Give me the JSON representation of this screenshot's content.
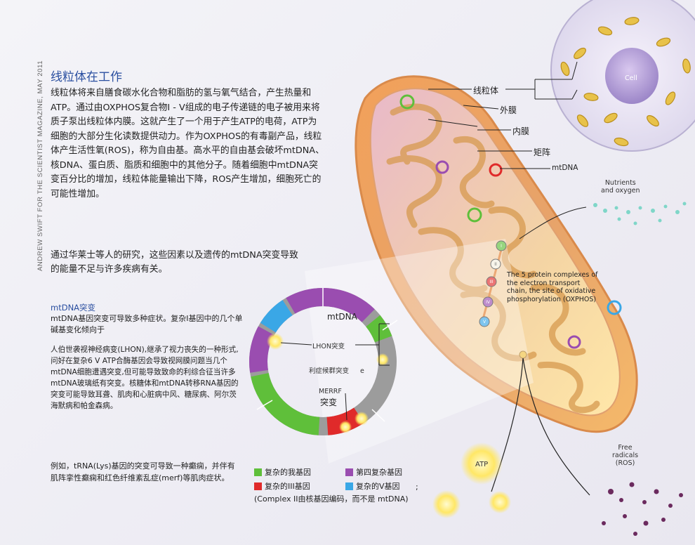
{
  "credit": "ANDREW SWIFT FOR THE SCIENTIST MAGAZINE, MAY 2011",
  "title": "线粒体在工作",
  "intro": "线粒体将来自膳食碳水化合物和脂肪的氢与氧气结合，产生热量和ATP。通过由OXPHOS复合物I - V组成的电子传递链的电子被用来将质子泵出线粒体内膜。这就产生了一个用于产生ATP的电荷，ATP为细胞的大部分生化读数提供动力。作为OXPHOS的有毒副产品，线粒体产生活性氧(ROS)，称为自由基。高水平的自由基会破坏mtDNA、核DNA、蛋白质、脂质和细胞中的其他分子。随着细胞中mtDNA突变百分比的增加，线粒体能量输出下降，ROS产生增加，细胞死亡的可能性增加。",
  "research": "通过华莱士等人的研究，这些因素以及遗传的mtDNA突变导致的能量不足与许多疾病有关。",
  "mutation_head": "mtDNA突变",
  "mutation_text": "mtDNA基因突变可导致多种症状。复杂I基因中的几个单碱基变化倾向于",
  "lhon_text": "人伯世袭视神经病变(LHON),继承了视力丧失的一种形式,问好在复杂6 V ATP合酶基因会导致视网膜问题当几个mtDNA细胞遭遇突变,但可能导致致命的利综合征当许多mtDNA玻璃纸有突变。核糖体和mtDNA转移RNA基因的突变可能导致耳聋、肌肉和心脏病中风、糖尿病、阿尔茨海默病和帕金森病。",
  "trna_text": "例如，tRNA(Lys)基因的突变可导致一种癫痫，并伴有肌阵挛性癫痫和红色纤维紊乱症(merf)等肌肉症状。",
  "diagram": {
    "mtdna_label": "mtDNA",
    "lhon_label": "LHON突变",
    "leigh_label": "利症候群突变",
    "e_label": "e",
    "merrf_label": "MERRF",
    "merrf_sub": "突变",
    "mito_label": "线粒体",
    "outer_label": "外膜",
    "inner_label": "内膜",
    "matrix_label": "矩阵",
    "mtdna2_label": "mtDNA",
    "cell_label": "Cell",
    "nutrients_label": "Nutrients\nand oxygen",
    "etc_label": "The 5 protein complexes of the electron transport chain, the site of oxidative phosphorylation (OXPHOS)",
    "atp_label": "ATP",
    "free_radicals_label": "Free\nradicals\n(ROS)",
    "complexes": [
      "I",
      "II",
      "III",
      "IV",
      "V"
    ]
  },
  "legend": [
    {
      "label": "复杂的我基因",
      "color": "#5fbf3a"
    },
    {
      "label": "第四复杂基因",
      "color": "#9a4db0"
    },
    {
      "label": "复杂的III基因",
      "color": "#e02a2a"
    },
    {
      "label": "复杂的V基因",
      "color": "#3aa7e6"
    }
  ],
  "legend_extra": ";",
  "note": "(Complex II由核基因编码，而不是 mtDNA)"
}
